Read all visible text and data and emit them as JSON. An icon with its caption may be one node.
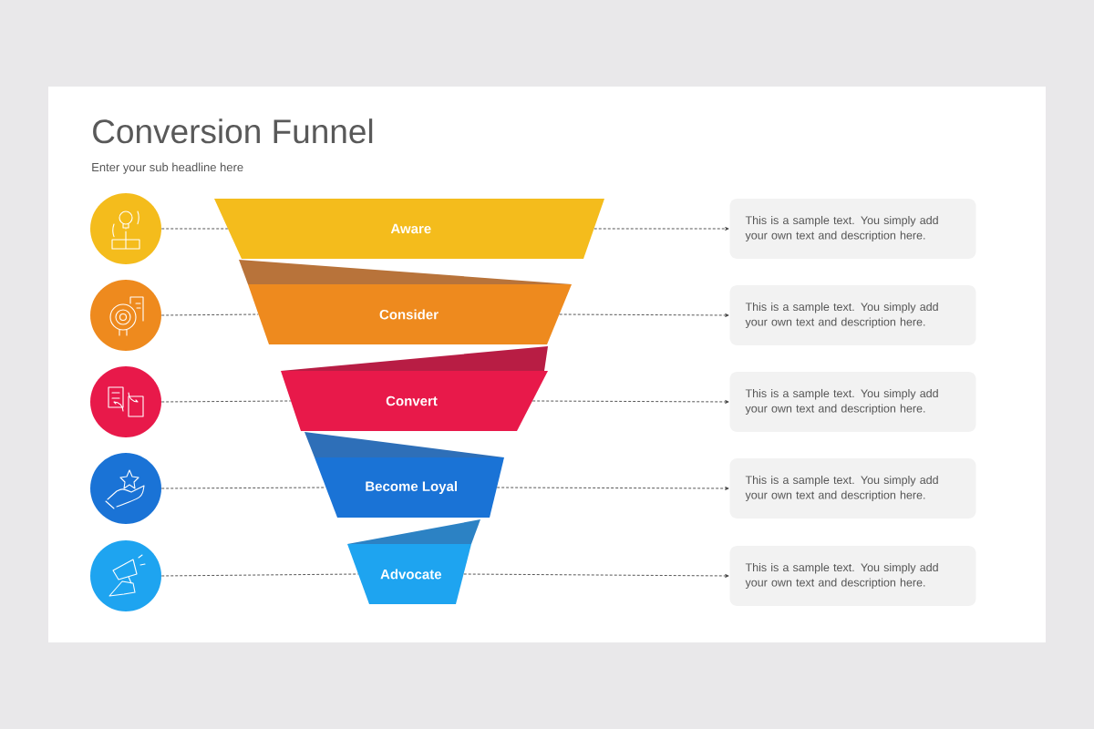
{
  "diagram": {
    "title": "Conversion Funnel",
    "caption": "Enter your sub headline here",
    "nodes": [
      {
        "text": [],
        "shape": "circle"
      },
      {
        "text": [],
        "shape": "circle"
      },
      {
        "text": [],
        "shape": "circle"
      },
      {
        "text": [],
        "shape": "circle"
      },
      {
        "text": [],
        "shape": "circle"
      },
      {
        "text": [
          "Aware"
        ]
      },
      {
        "text": [
          "Consider"
        ]
      },
      {
        "text": [
          "Convert"
        ]
      },
      {
        "text": [
          "Become Loyal"
        ]
      },
      {
        "text": [
          "Advocate"
        ]
      },
      {
        "text": [
          "This is a sample text. You simply add your own text and description here."
        ]
      },
      {
        "text": [
          "This is a sample text. You simply add your own text and description here."
        ]
      },
      {
        "text": [
          "This is a sample text. You simply add your own text and description here."
        ]
      },
      {
        "text": [
          "This is a sample text. You simply add your own text and description here."
        ]
      },
      {
        "text": [
          "This is a sample text. You simply add your own text and description here."
        ]
      }
    ],
    "edges": [
      {
        "from": 0,
        "to": 5,
        "arrow": "none",
        "style": "dashed"
      },
      {
        "from": 1,
        "to": 6,
        "arrow": "none",
        "style": "dashed"
      },
      {
        "from": 2,
        "to": 7,
        "arrow": "none",
        "style": "dashed"
      },
      {
        "from": 3,
        "to": 8,
        "arrow": "none",
        "style": "dashed"
      },
      {
        "from": 4,
        "to": 9,
        "arrow": "none",
        "style": "dashed"
      },
      {
        "from": 5,
        "to": 10,
        "arrow": "to",
        "style": "dashed"
      },
      {
        "from": 6,
        "to": 11,
        "arrow": "to",
        "style": "dashed"
      },
      {
        "from": 7,
        "to": 12,
        "arrow": "to",
        "style": "dashed"
      },
      {
        "from": 8,
        "to": 13,
        "arrow": "to",
        "style": "dashed"
      },
      {
        "from": 9,
        "to": 14,
        "arrow": "to",
        "style": "dashed"
      }
    ]
  }
}
